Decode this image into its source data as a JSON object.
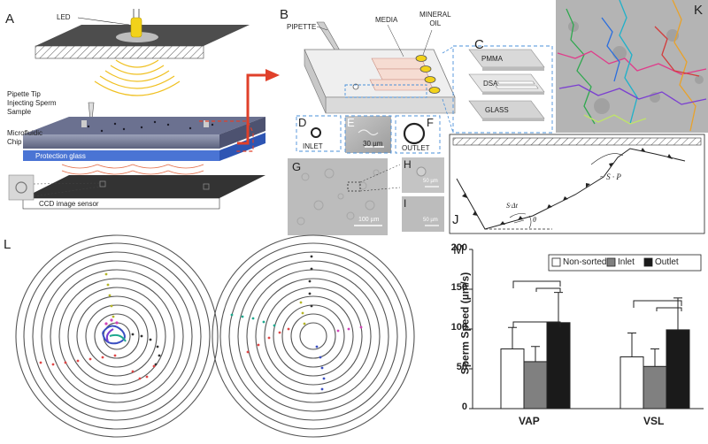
{
  "panels": [
    "A",
    "B",
    "C",
    "D",
    "E",
    "F",
    "G",
    "H",
    "I",
    "J",
    "K",
    "L",
    "M"
  ],
  "panel_a": {
    "led": "LED",
    "pipette_tip": "Pipette Tip\nInjecting Sperm\nSample",
    "microfluidic_chip": "Microfluidic\nChip",
    "protection_glass": "Protection glass",
    "ccd_sensor": "CCD image sensor"
  },
  "panel_b": {
    "pipette": "PIPETTE",
    "media": "MEDIA",
    "mineral_oil": "MINERAL\nOIL"
  },
  "panel_c": {
    "pmma": "PMMA",
    "dsa": "DSA",
    "glass": "GLASS"
  },
  "panel_d": {
    "label": "INLET"
  },
  "panel_e": {
    "scale": "30 µm"
  },
  "panel_f": {
    "label": "OUTLET"
  },
  "panel_g": {
    "scale": "100 µm"
  },
  "panel_h": {
    "scale": "50 µm"
  },
  "panel_i": {
    "scale": "50 µm"
  },
  "panel_j": {
    "s_delta_t": "S·Δt",
    "s_p": "~ S · P",
    "theta": "θ"
  },
  "colors": {
    "accent_red": "#e0402a",
    "chip_blue": "#4a74d4",
    "bar_inlet": "#808080",
    "bar_outlet": "#1a1a1a"
  },
  "chart_data": {
    "type": "bar",
    "panel": "M",
    "ylabel": "Sperm Speed (µm/s)",
    "ylim": [
      0,
      200
    ],
    "yticks": [
      "0",
      "50",
      "100",
      "150",
      "200"
    ],
    "categories": [
      "VAP",
      "VSL"
    ],
    "legend_position": "top-right",
    "series": [
      {
        "name": "Non-sorted",
        "color": "#ffffff",
        "values": [
          75,
          65
        ],
        "errors": [
          27,
          30
        ]
      },
      {
        "name": "Inlet",
        "color": "#808080",
        "values": [
          59,
          53
        ],
        "errors": [
          19,
          22
        ]
      },
      {
        "name": "Outlet",
        "color": "#1a1a1a",
        "values": [
          108,
          99
        ],
        "errors": [
          38,
          40
        ]
      }
    ]
  }
}
